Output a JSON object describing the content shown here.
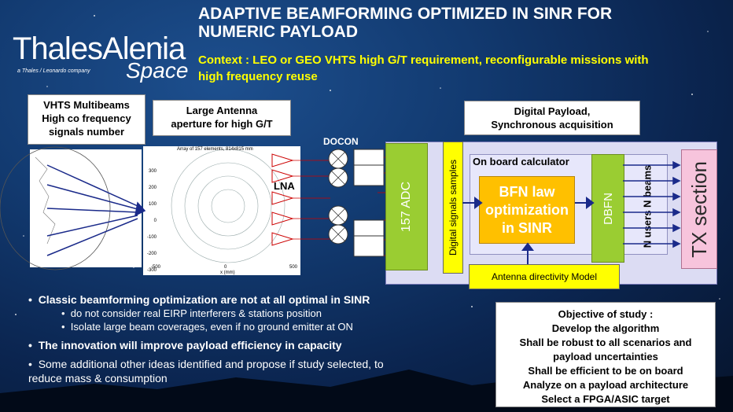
{
  "header": {
    "title_line1": "ADAPTIVE BEAMFORMING OPTIMIZED IN SINR FOR",
    "title_line2": "NUMERIC PAYLOAD",
    "context_line1": "Context : LEO or GEO VHTS high G/T requirement, reconfigurable missions with",
    "context_line2": "high frequency reuse"
  },
  "logo": {
    "main": "ThalesAlenia",
    "sub": "a Thales / Leonardo company",
    "space": "Space"
  },
  "diagram": {
    "vhts_box": [
      "VHTS Multibeams",
      "High co frequency",
      "signals number"
    ],
    "antenna_box": [
      "Large Antenna",
      "aperture for high G/T"
    ],
    "array_title": "Array of 157 elements, 814x815 mm",
    "y_ticks": [
      "300",
      "200",
      "100",
      "0",
      "-100",
      "-200",
      "-300"
    ],
    "x_ticks": [
      "-500",
      "0",
      "500"
    ],
    "x_label": "x (mm)",
    "docon": "DOCON",
    "lna": "LNA",
    "digital_payload": [
      "Digital Payload,",
      "Synchronous acquisition"
    ],
    "adc": "157 ADC",
    "digital_samples": "Digital signals samples",
    "onboard_calc": "On board calculator",
    "bfn": [
      "BFN law",
      "optimization",
      "in SINR"
    ],
    "dbfn": "DBFN",
    "n_users": "N users N beams",
    "tx": "TX section",
    "antenna_model": "Antenna directivity Model"
  },
  "bullets": {
    "b1": "Classic beamforming optimization are not at all optimal in SINR",
    "b1_sub1": "do not consider real EIRP interferers & stations position",
    "b1_sub2": "Isolate large beam coverages, even if no ground emitter at ON",
    "b2": "The innovation will improve payload efficiency in capacity",
    "b3_line1": "Some additional other ideas identified and propose if study selected, to",
    "b3_line2": "reduce mass & consumption"
  },
  "objective": {
    "lines": [
      "Objective of study :",
      "Develop the algorithm",
      "Shall be robust to all scenarios and",
      "payload uncertainties",
      "Shall be efficient to be on board",
      "Analyze on a payload architecture",
      "Select a FPGA/ASIC target"
    ]
  },
  "colors": {
    "title": "#ffffff",
    "context": "#ffff00",
    "adc_green": "#9acd32",
    "bfn_orange": "#ffc000",
    "tx_pink": "#f7c4dc",
    "arrow_red": "#cc0000",
    "arrow_blue": "#1a2a8a"
  }
}
